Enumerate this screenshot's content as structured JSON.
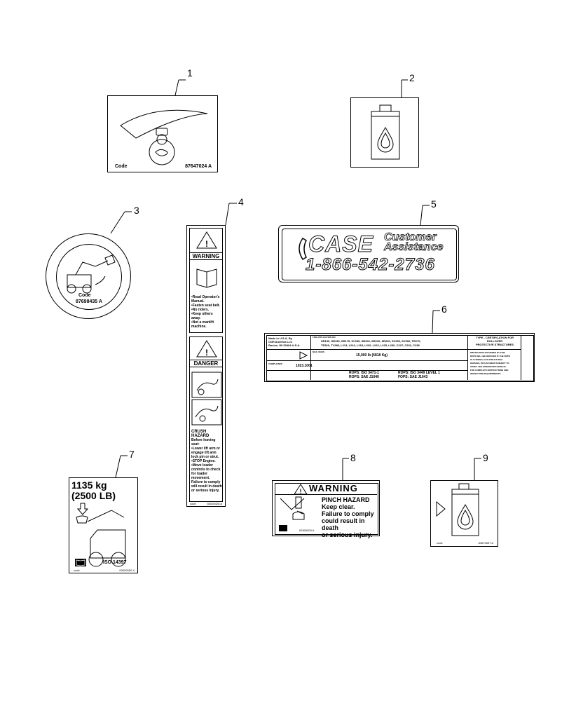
{
  "callouts": [
    "1",
    "2",
    "3",
    "4",
    "5",
    "6",
    "7",
    "8",
    "9"
  ],
  "decal1": {
    "code_label": "Code",
    "code_value": "87647024 A"
  },
  "decal3": {
    "code_label": "Code",
    "code_value": "87698435 A"
  },
  "decal4": {
    "warning_title": "WARNING",
    "warning_lines": [
      "•Read Operator's",
      "Manual.",
      "•Fasten seat belt.",
      "•No riders.",
      "•Keep others away.",
      "•Not a manlift",
      "machine."
    ],
    "danger_title": "DANGER",
    "crush_title": "CRUSH HAZARD",
    "crush_lines": [
      "Before leaving",
      "seat:",
      "•Lower lift arm or",
      "engage lift arm",
      "lock pin or strut.",
      "•STOP Engine.",
      "•Move loader",
      "controls to check",
      "for loader",
      "movement.",
      "Failure to comply",
      "will result in death",
      "or serious injury."
    ],
    "footer_left": "code",
    "footer_right": "84526428 A"
  },
  "decal5": {
    "brand": "CASE",
    "line1": "Customer",
    "line2": "Assistance",
    "phone": "1-866-542-2736"
  },
  "decal6": {
    "maker": [
      "Made in U.S.A. By",
      "CNH America LLC",
      "Racine, WI 53404 U.S.A."
    ],
    "app_header": "FOR APPLICATION ON",
    "models": [
      "SR130, SR150, SR175, SV185, SR200, SR220, SR250, SV250, SV300, TR270,",
      "TR320, TV380, L213, L216, L218, L220, L223, L225, L230, C227, C232, C238"
    ],
    "weight_header": "MAX. MASS",
    "weight": "15,000 lb (6818 Kg)",
    "compliance_label": "COMPLIANCE",
    "compliance_value": "1023.1001",
    "rops": [
      "ROPS: ISO 3471-1",
      "ROPS: ISO 3449 LEVEL 1",
      "ROPS: SAE J1040",
      "FOPS: SAE J1043"
    ],
    "type_title": [
      "TYPE - CERTIFICATION FOR",
      "ROLLOVER",
      "PROTECTIVE STRUCTURES"
    ],
    "protection": [
      "PROTECTION AFFORDED BY THIS",
      "ROPS WILL BE REDUCED IF THE ROPS",
      "IS ALTERED, HAS STRUCTURAL",
      "DAMAGE, OR HAS BEEN SUBJECT TO",
      "UPSET. SEE OPERATOR'S MANUAL",
      "FOR COMPLETE INSTRUCTIONS AND",
      "INSPECTION REQUIREMENTS."
    ]
  },
  "decal7": {
    "kg": "1135 kg",
    "lb": "(2500 LB)",
    "iso": "ISO 14397",
    "footer_left": "code",
    "footer_right": "00000000 X"
  },
  "decal8": {
    "title": "WARNING",
    "hazard": "PINCH HAZARD",
    "keep": "Keep clear.",
    "fail1": "Failure to comply",
    "fail2": "could result in death",
    "fail3": "or serious injury.",
    "code": "87600000 A"
  },
  "decal9": {
    "footer_left": "code",
    "footer_right": "84574537 A"
  }
}
